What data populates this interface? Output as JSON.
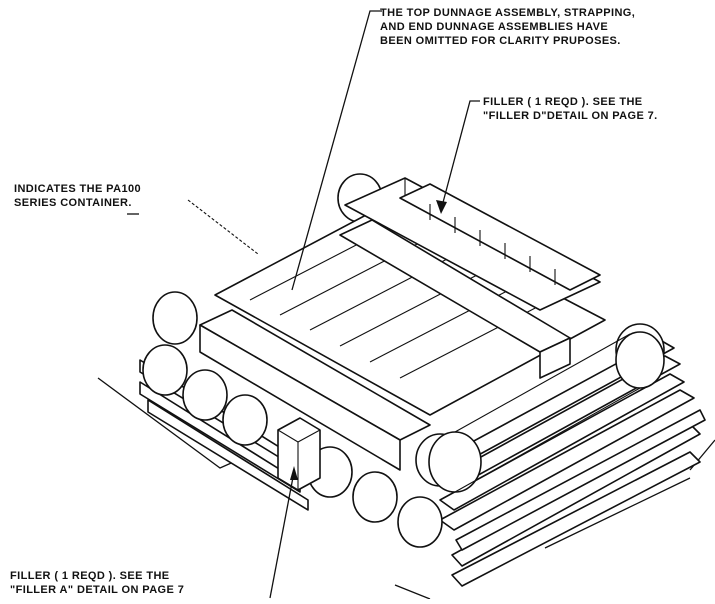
{
  "callouts": {
    "top_omitted": {
      "lines": [
        "THE TOP DUNNAGE ASSEMBLY, STRAPPING,",
        "AND END DUNNAGE ASSEMBLIES HAVE",
        "BEEN OMITTED FOR CLARITY PRUPOSES."
      ]
    },
    "filler_d": {
      "lines": [
        "FILLER ( 1 REQD ).  SEE THE",
        "\"FILLER D\"DETAIL ON PAGE 7."
      ]
    },
    "container": {
      "lines": [
        "INDICATES THE PA100",
        "SERIES CONTAINER."
      ]
    },
    "filler_a": {
      "lines": [
        "FILLER ( 1 REQD ).  SEE THE",
        "\"FILLER A\" DETAIL ON PAGE 7"
      ]
    }
  },
  "colors": {
    "ink": "#111111",
    "paper": "#ffffff"
  }
}
